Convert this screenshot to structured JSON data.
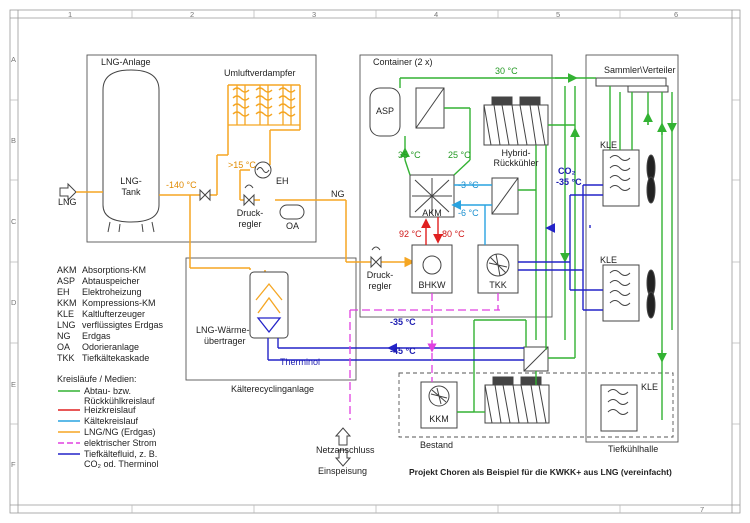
{
  "grid": {
    "cols": [
      "1",
      "2",
      "3",
      "4",
      "5",
      "6",
      "7"
    ],
    "rows": [
      "A",
      "B",
      "C",
      "D",
      "E",
      "F"
    ]
  },
  "sections": {
    "lng_anlage": "LNG-Anlage",
    "container": "Container (2 x)",
    "kaelterecycling": "Kälterecyclinganlage",
    "bestand": "Bestand",
    "tiefkuehlhalle": "Tiefkühlhalle",
    "sammler": "Sammler\\Verteiler"
  },
  "components": {
    "lng_tank": [
      "LNG-",
      "Tank"
    ],
    "umluftverdampfer": "Umluftverdampfer",
    "eh": "EH",
    "druckregler1": [
      "Druck-",
      "regler"
    ],
    "oa": "OA",
    "asp": "ASP",
    "hybrid": [
      "Hybrid-",
      "Rückkühler"
    ],
    "akm": "AKM",
    "druckregler2": [
      "Druck-",
      "regler"
    ],
    "bhkw": "BHKW",
    "tkk": "TKK",
    "lng_waermeuebertrager": [
      "LNG-Wärme-",
      "übertrager"
    ],
    "kkm": "KKM",
    "kle1": "KLE",
    "kle2": "KLE",
    "kle3": "KLE",
    "netzanschluss": "Netzanschluss",
    "einspeisung": "Einspeisung"
  },
  "flow_labels": {
    "lng_in": "LNG",
    "minus140": "-140 °C",
    "plus15": ">15 °C",
    "ng": "NG",
    "t30": "30 °C",
    "t35": "35 °C",
    "t25": "25 °C",
    "tm3": "-3 °C",
    "tm6": "-6 °C",
    "t92": "92 °C",
    "t80": "80 °C",
    "co2": "CO₂",
    "co2_temp": "-35 °C",
    "tm35": "-35 °C",
    "tm45": "-45 °C",
    "thermonol": "Therminol"
  },
  "abbreviations": [
    {
      "abbr": "AKM",
      "text": "Absorptions-KM"
    },
    {
      "abbr": "ASP",
      "text": "Abtauspeicher"
    },
    {
      "abbr": "EH",
      "text": "Elektroheizung"
    },
    {
      "abbr": "KKM",
      "text": "Kompressions-KM"
    },
    {
      "abbr": "KLE",
      "text": "Kaltlufterzeuger"
    },
    {
      "abbr": "LNG",
      "text": "verflüssigtes Erdgas"
    },
    {
      "abbr": "NG",
      "text": "Erdgas"
    },
    {
      "abbr": "OA",
      "text": "Odorieranlage"
    },
    {
      "abbr": "TKK",
      "text": "Tiefkältekaskade"
    }
  ],
  "legend": {
    "title": "Kreisläufe / Medien:",
    "items": [
      {
        "label": "Abtau- bzw.",
        "label2": "Rückkühlkreislauf",
        "color": "#33b233",
        "dash": false
      },
      {
        "label": "Heizkreislauf",
        "color": "#e02020",
        "dash": false
      },
      {
        "label": "Kältekreislauf",
        "color": "#29a3e0",
        "dash": false
      },
      {
        "label": "LNG/NG (Erdgas)",
        "color": "#f5a623",
        "dash": false
      },
      {
        "label": "elektrischer Strom",
        "color": "#e040e0",
        "dash": true
      },
      {
        "label": "Tiefkältefluid, z. B.",
        "label2": "CO₂ od. Therminol",
        "color": "#2323c8",
        "dash": false
      }
    ]
  },
  "caption": "Projekt Choren als Beispiel für die KWKK+ aus LNG (vereinfacht)"
}
